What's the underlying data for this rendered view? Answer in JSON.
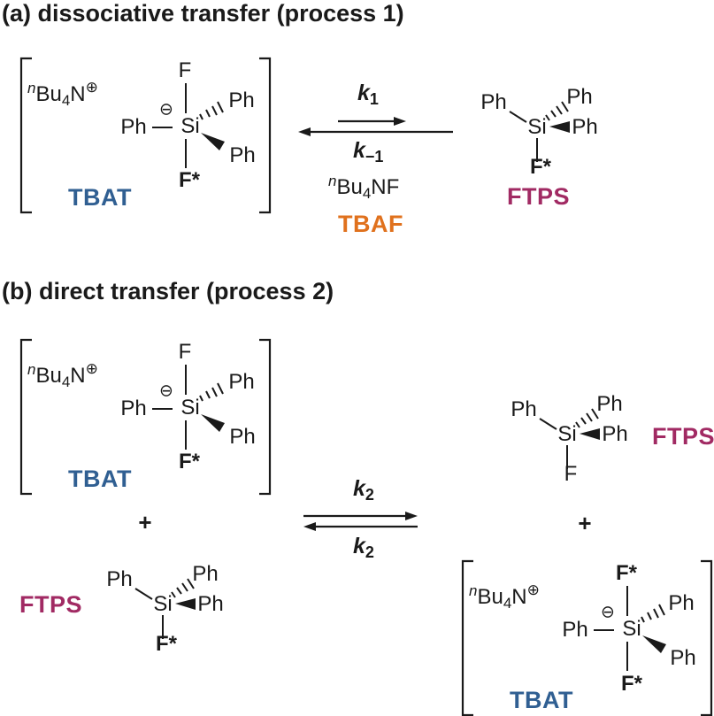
{
  "colors": {
    "ink": "#1a1a1a",
    "tbat_blue": "#305f92",
    "ftps_pink": "#a12a63",
    "tbaf_orange": "#e0711d",
    "background": "#ffffff"
  },
  "headings": {
    "a": "(a) dissociative transfer (process 1)",
    "b": "(b) direct transfer (process 2)"
  },
  "labels": {
    "tbat": "TBAT",
    "ftps": "FTPS",
    "tbaf": "TBAF",
    "plus": "+"
  },
  "atoms": {
    "F": "F",
    "F_star": "F*",
    "Ph": "Ph",
    "Si": "Si",
    "minus_charge": "⊖",
    "plus_charge": "⊕"
  },
  "cation": {
    "n": "n",
    "Bu": "Bu",
    "four": "4",
    "N": "N"
  },
  "tbaf_formula": {
    "NF": "NF"
  },
  "rates": {
    "k": "k",
    "one": "1",
    "minus_one": "−1",
    "two": "2"
  }
}
